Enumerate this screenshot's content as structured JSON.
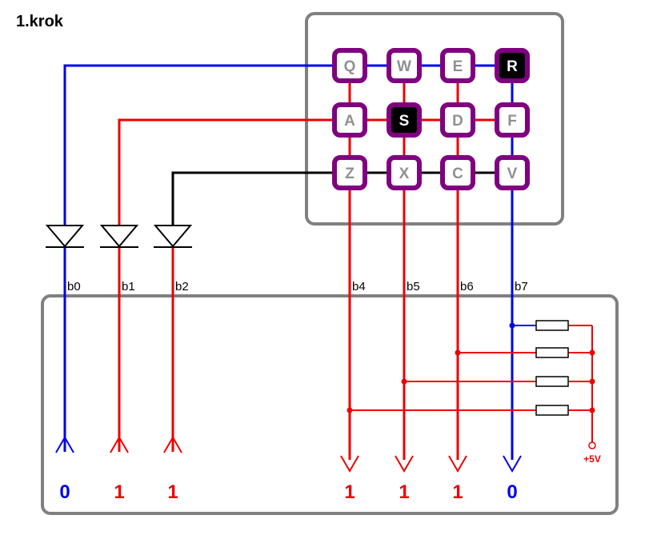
{
  "title": "1.krok",
  "colors": {
    "blue": "#0000ee",
    "red": "#ee0000",
    "black": "#000000",
    "frame": "#808080",
    "key_border": "#800080",
    "key_bg": "#ffffff",
    "key_text": "#909090",
    "key_pressed_bg": "#000000",
    "key_pressed_text": "#ffffff"
  },
  "keypad": {
    "rows": [
      [
        {
          "label": "Q",
          "pressed": false
        },
        {
          "label": "W",
          "pressed": false
        },
        {
          "label": "E",
          "pressed": false
        },
        {
          "label": "R",
          "pressed": true
        }
      ],
      [
        {
          "label": "A",
          "pressed": false
        },
        {
          "label": "S",
          "pressed": true
        },
        {
          "label": "D",
          "pressed": false
        },
        {
          "label": "F",
          "pressed": false
        }
      ],
      [
        {
          "label": "Z",
          "pressed": false
        },
        {
          "label": "X",
          "pressed": false
        },
        {
          "label": "C",
          "pressed": false
        },
        {
          "label": "V",
          "pressed": false
        }
      ]
    ]
  },
  "outputs": [
    {
      "bit": "b0",
      "value": "0",
      "color": "blue"
    },
    {
      "bit": "b1",
      "value": "1",
      "color": "red"
    },
    {
      "bit": "b2",
      "value": "1",
      "color": "red"
    }
  ],
  "inputs": [
    {
      "bit": "b4",
      "value": "1",
      "color": "red"
    },
    {
      "bit": "b5",
      "value": "1",
      "color": "red"
    },
    {
      "bit": "b6",
      "value": "1",
      "color": "red"
    },
    {
      "bit": "b7",
      "value": "0",
      "color": "blue"
    }
  ],
  "supply_label": "+5V"
}
